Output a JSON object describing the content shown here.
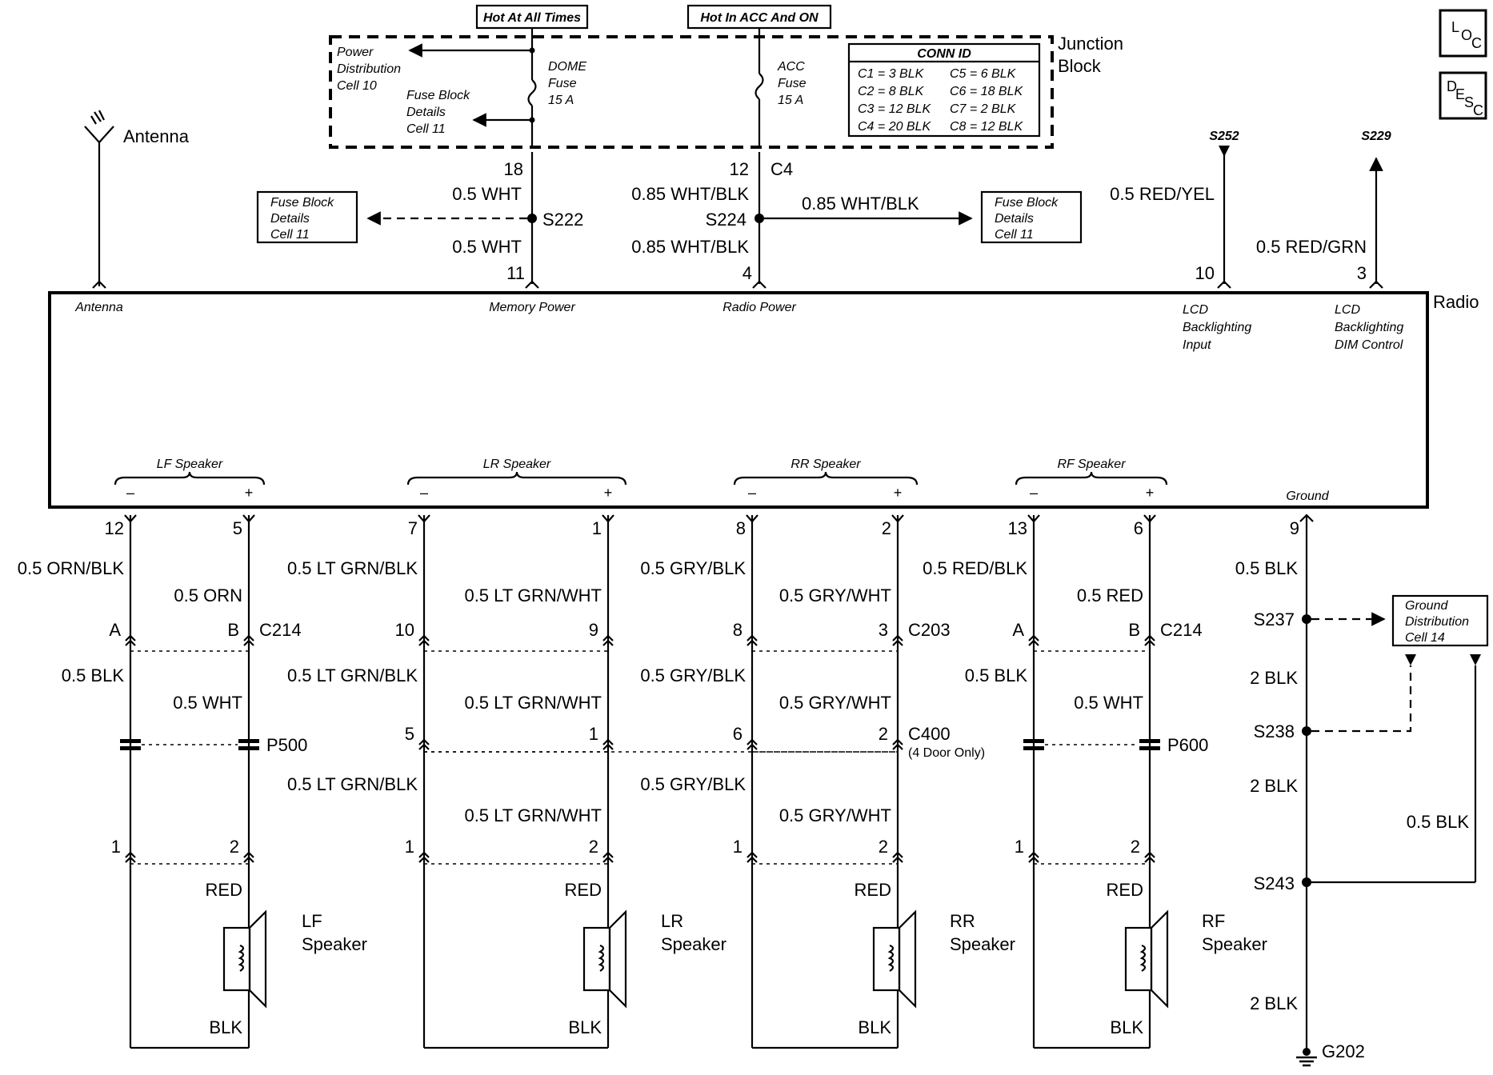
{
  "top": {
    "hot_at_all_times": "Hot At All Times",
    "hot_in_acc_on": "Hot In ACC And ON"
  },
  "junction_block": {
    "title_line1": "Junction",
    "title_line2": "Block",
    "power_dist": [
      "Power",
      "Distribution",
      "Cell 10"
    ],
    "fuse_block_details": [
      "Fuse Block",
      "Details",
      "Cell 11"
    ],
    "dome_fuse": [
      "DOME",
      "Fuse",
      "15 A"
    ],
    "acc_fuse": [
      "ACC",
      "Fuse",
      "15 A"
    ],
    "conn_id_title": "CONN ID",
    "conn_id_left": [
      "C1 = 3 BLK",
      "C2 = 8 BLK",
      "C3 = 12 BLK",
      "C4 = 20 BLK"
    ],
    "conn_id_right": [
      "C5 = 6 BLK",
      "C6 = 18 BLK",
      "C7 = 2 BLK",
      "C8 = 12 BLK"
    ]
  },
  "corner": {
    "loc": [
      "L",
      "O",
      "C"
    ],
    "desc": [
      "D",
      "E",
      "S",
      "C"
    ]
  },
  "antenna": {
    "label": "Antenna",
    "radio_label": "Antenna"
  },
  "memory_power": {
    "pin_top": "18",
    "wire_top": "0.5 WHT",
    "splice": "S222",
    "wire_bottom": "0.5 WHT",
    "pin_bottom": "11",
    "radio_label": "Memory Power",
    "fuse_block_details": [
      "Fuse Block",
      "Details",
      "Cell 11"
    ]
  },
  "radio_power": {
    "pin_top": "12",
    "connector": "C4",
    "wire_top": "0.85 WHT/BLK",
    "splice": "S224",
    "wire_bottom": "0.85 WHT/BLK",
    "wire_branch": "0.85 WHT/BLK",
    "pin_bottom": "4",
    "radio_label": "Radio Power",
    "fuse_block_details": [
      "Fuse Block",
      "Details",
      "Cell 11"
    ]
  },
  "lcd": {
    "s252": "S252",
    "wire_input": "0.5 RED/YEL",
    "pin_input": "10",
    "input_label": [
      "LCD",
      "Backlighting",
      "Input"
    ],
    "s229": "S229",
    "wire_dim": "0.5 RED/GRN",
    "pin_dim": "3",
    "dim_label": [
      "LCD",
      "Backlighting",
      "DIM Control"
    ]
  },
  "radio": {
    "label": "Radio",
    "ground_label": "Ground",
    "minus": "–",
    "plus": "+"
  },
  "lf": {
    "group_label": "LF Speaker",
    "pin_neg": "12",
    "pin_pos": "5",
    "wire_neg_1": "0.5 ORN/BLK",
    "wire_pos_1": "0.5 ORN",
    "conn_neg": "A",
    "conn_pos": "B",
    "connector": "C214",
    "wire_neg_2": "0.5 BLK",
    "wire_pos_2": "0.5 WHT",
    "p_conn": "P500",
    "pin_neg_3": "1",
    "pin_pos_3": "2",
    "red": "RED",
    "blk": "BLK",
    "speaker_label": [
      "LF",
      "Speaker"
    ]
  },
  "lr": {
    "group_label": "LR Speaker",
    "pin_neg": "7",
    "pin_pos": "1",
    "wire_neg_1": "0.5 LT GRN/BLK",
    "wire_pos_1": "0.5 LT GRN/WHT",
    "conn_neg": "10",
    "conn_pos": "9",
    "wire_neg_2": "0.5 LT GRN/BLK",
    "wire_pos_2": "0.5 LT GRN/WHT",
    "c400_neg": "5",
    "c400_pos": "1",
    "wire_neg_3": "0.5 LT GRN/BLK",
    "wire_pos_3": "0.5 LT GRN/WHT",
    "pin_neg_3": "1",
    "pin_pos_3": "2",
    "red": "RED",
    "blk": "BLK",
    "speaker_label": [
      "LR",
      "Speaker"
    ]
  },
  "rr": {
    "group_label": "RR Speaker",
    "pin_neg": "8",
    "pin_pos": "2",
    "wire_neg_1": "0.5 GRY/BLK",
    "wire_pos_1": "0.5 GRY/WHT",
    "conn_neg": "8",
    "conn_pos": "3",
    "connector": "C203",
    "wire_neg_2": "0.5 GRY/BLK",
    "wire_pos_2": "0.5 GRY/WHT",
    "c400_neg": "6",
    "c400_pos": "2",
    "c400": "C400",
    "c400_note": "(4 Door Only)",
    "wire_neg_3": "0.5 GRY/BLK",
    "wire_pos_3": "0.5 GRY/WHT",
    "pin_neg_3": "1",
    "pin_pos_3": "2",
    "red": "RED",
    "blk": "BLK",
    "speaker_label": [
      "RR",
      "Speaker"
    ]
  },
  "rf": {
    "group_label": "RF Speaker",
    "pin_neg": "13",
    "pin_pos": "6",
    "wire_neg_1": "0.5 RED/BLK",
    "wire_pos_1": "0.5 RED",
    "conn_neg": "A",
    "conn_pos": "B",
    "connector": "C214",
    "wire_neg_2": "0.5 BLK",
    "wire_pos_2": "0.5 WHT",
    "p_conn": "P600",
    "pin_neg_3": "1",
    "pin_pos_3": "2",
    "red": "RED",
    "blk": "BLK",
    "speaker_label": [
      "RF",
      "Speaker"
    ]
  },
  "ground": {
    "pin": "9",
    "wire_1": "0.5 BLK",
    "s237": "S237",
    "wire_2": "2 BLK",
    "s238": "S238",
    "wire_3": "2 BLK",
    "wire_branch": "0.5 BLK",
    "s243": "S243",
    "wire_4": "2 BLK",
    "g202": "G202",
    "ground_dist": [
      "Ground",
      "Distribution",
      "Cell 14"
    ]
  }
}
